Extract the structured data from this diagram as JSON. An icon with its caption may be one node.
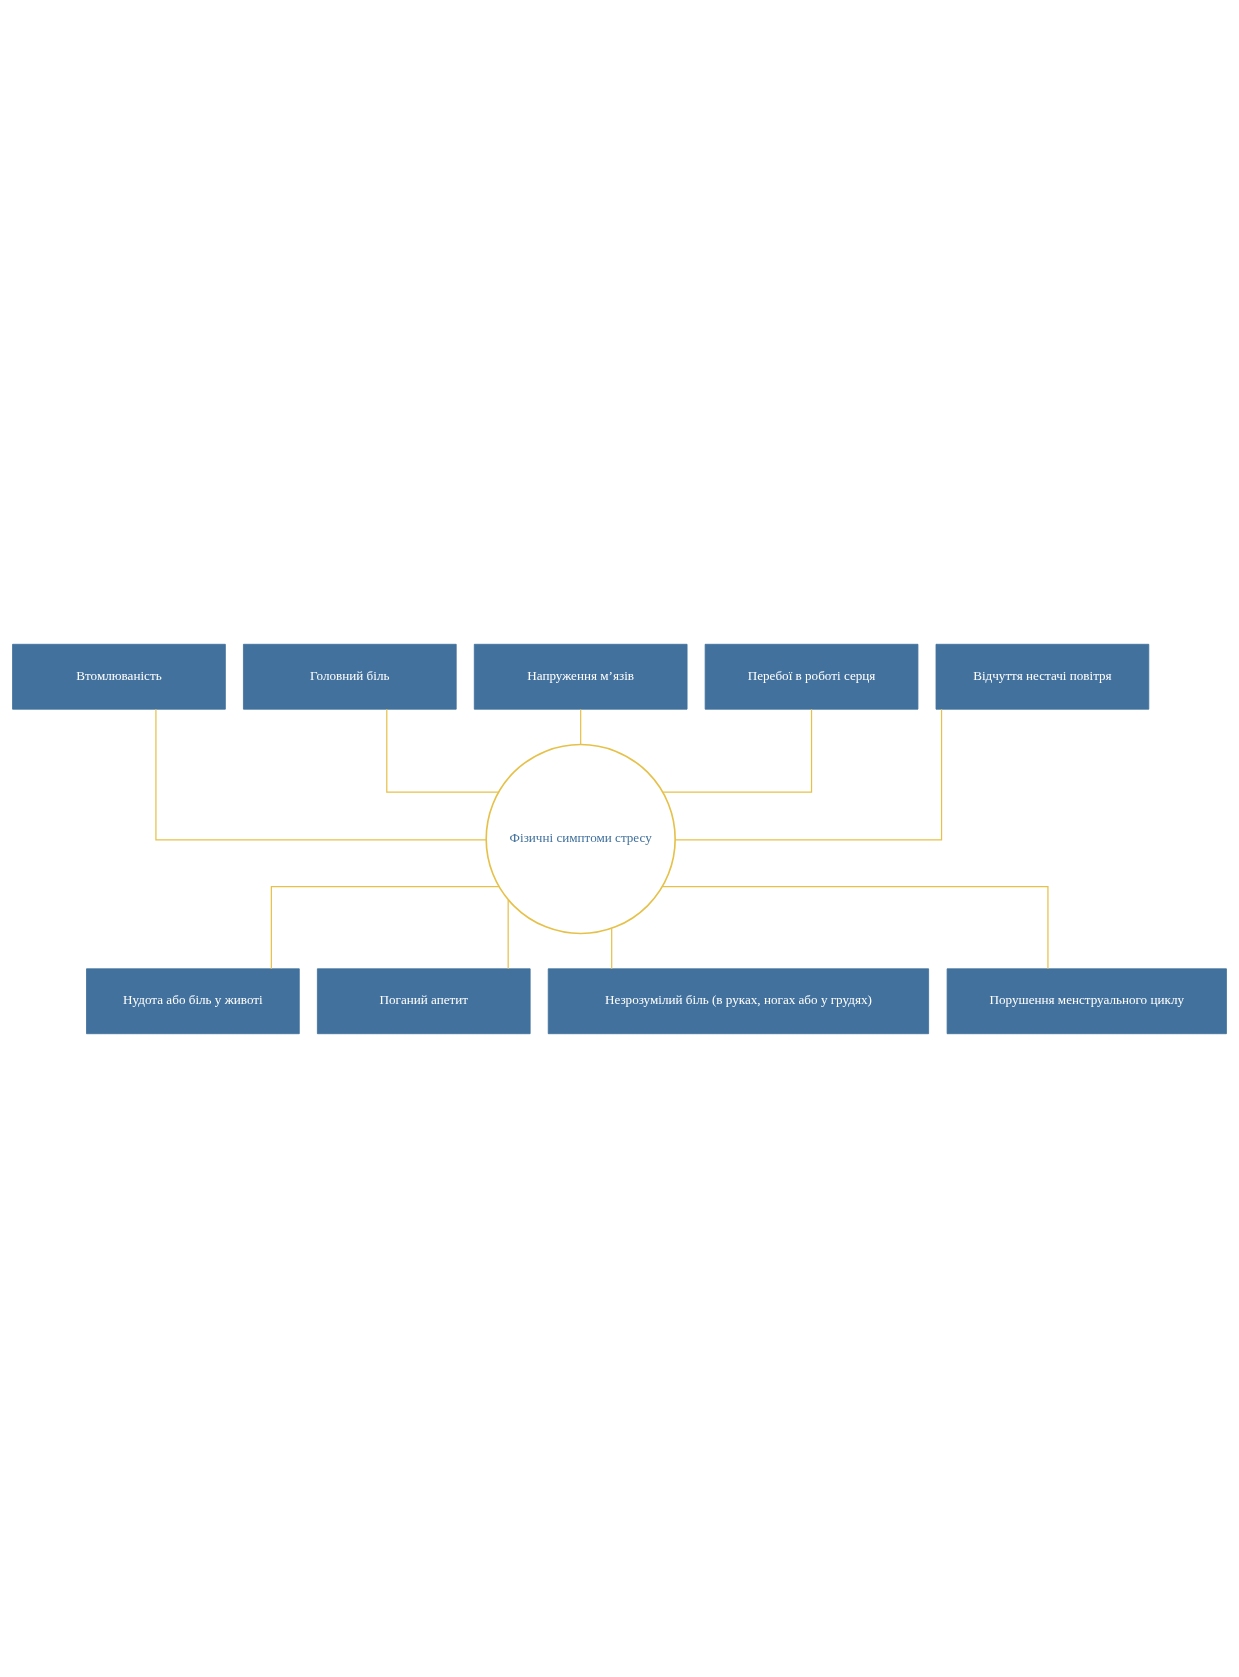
{
  "diagram": {
    "nodes": [
      {
        "text": [
          "Втомлюваність"
        ]
      },
      {
        "text": [
          "Головний біль"
        ]
      },
      {
        "text": [
          "Напруження м’язів"
        ]
      },
      {
        "text": [
          "Перебої в роботі серця"
        ]
      },
      {
        "text": [
          "Відчуття нестачі повітря"
        ]
      },
      {
        "text": [
          "Фізичні симптоми стресу"
        ]
      },
      {
        "text": [
          "Нудота або біль у животі"
        ]
      },
      {
        "text": [
          "Поганий апетит"
        ]
      },
      {
        "text": [
          "Незрозумілий біль (в руках, ногах або у грудях)"
        ]
      },
      {
        "text": [
          "Порушення менструального циклу"
        ]
      }
    ],
    "edges": [
      {
        "from": 0,
        "to": 5,
        "arrow": "none"
      },
      {
        "from": 1,
        "to": 5,
        "arrow": "none"
      },
      {
        "from": 2,
        "to": 5,
        "arrow": "none"
      },
      {
        "from": 3,
        "to": 5,
        "arrow": "none"
      },
      {
        "from": 4,
        "to": 5,
        "arrow": "none"
      },
      {
        "from": 5,
        "to": 6,
        "arrow": "none"
      },
      {
        "from": 5,
        "to": 7,
        "arrow": "none"
      },
      {
        "from": 5,
        "to": 8,
        "arrow": "none"
      },
      {
        "from": 5,
        "to": 9,
        "arrow": "none"
      }
    ]
  }
}
